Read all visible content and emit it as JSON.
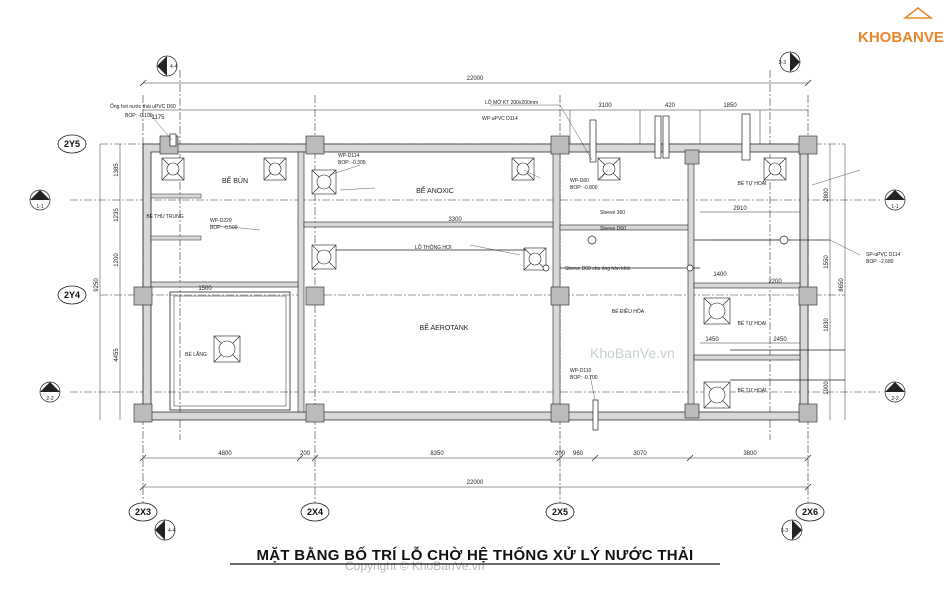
{
  "title": "MẶT BẰNG BỐ TRÍ LỖ CHỜ HỆ THỐNG XỬ LÝ NƯỚC THẢI",
  "logo": {
    "text": "KHOBANVE",
    "color_primary": "#e8872a",
    "color_secondary": "#555555"
  },
  "watermark": {
    "center": "KhoBanVe.vn",
    "bottom": "Copyright © KhoBanVe.vn"
  },
  "rooms": {
    "be_bun": "BỂ BÙN",
    "be_anoxic": "BỂ ANOXIC",
    "be_aerotank": "BỂ AEROTANK",
    "be_thu_tung": "BỂ THU TRUNG",
    "be_lang": "BỂ LẮNG",
    "be_dieu_hoa": "BỂ ĐIỀU HÒA",
    "be_tu_hoai_1": "BỂ TỰ HOẠI",
    "be_tu_hoai_2": "BỂ TỰ HOẠI",
    "be_tu_hoai_3": "BỂ TỰ HOẠI"
  },
  "grid": {
    "rows": [
      "2Y5",
      "2Y4"
    ],
    "cols": [
      "2X3",
      "2X4",
      "2X5",
      "2X6"
    ],
    "sections": [
      "1-1",
      "1-1",
      "2-2",
      "2-2",
      "4-4",
      "4-4",
      "3-3",
      "3-3"
    ]
  },
  "dims": {
    "top_total": "22000",
    "bottom_total": "22000",
    "top_a": "3100",
    "top_b": "420",
    "top_c": "1850",
    "top_d": "1175",
    "bottom_a": "4800",
    "bottom_b": "200",
    "bottom_c": "8350",
    "bottom_d": "200",
    "bottom_e": "960",
    "bottom_f": "3070",
    "bottom_g": "3800",
    "left_a": "1385",
    "left_b": "1235",
    "left_c": "1200",
    "left_d": "9250",
    "left_e": "4455",
    "right_a": "2800",
    "right_b": "1550",
    "right_c": "8650",
    "right_d": "1830",
    "right_e": "1900",
    "mid_a": "3300",
    "mid_b": "1500",
    "mid_c": "2910",
    "mid_d": "2200",
    "mid_e": "1400",
    "mid_f": "1450",
    "mid_g": "2450"
  },
  "notes": [
    "Ống hơi nước thải uPVC D60",
    "BOP: -0.100",
    "LỖ MỞ KT 200x200mm",
    "WP-uPVC D114",
    "WP-D114",
    "BOP: -0.305",
    "WP-D220",
    "BOP: -0.500",
    "Sleeve D60",
    "Sleeve 360",
    "LỖ THÔNG HƠI",
    "WP-D60",
    "BOP: -0.800",
    "WP-D110",
    "BOP: -0.700",
    "SP-uPVC D114",
    "BOP: -2.680",
    "Sleeve D60 cho ống hồn khói"
  ]
}
